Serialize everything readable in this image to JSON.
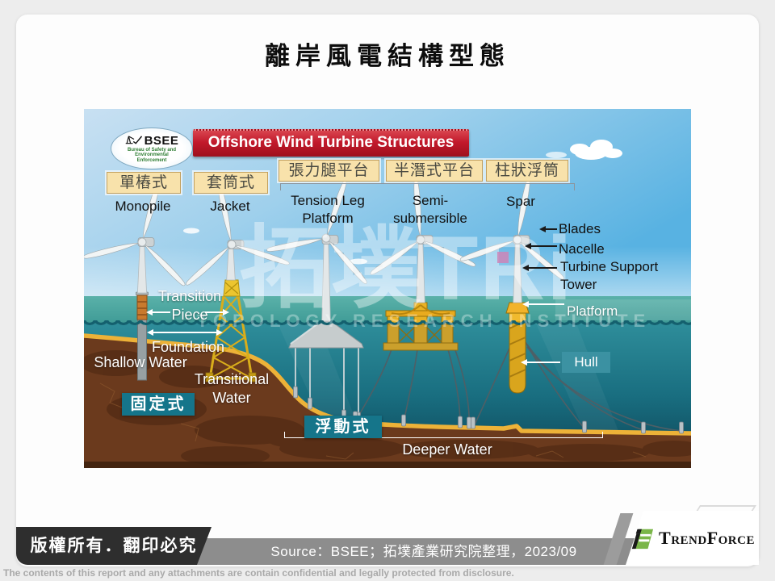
{
  "page": {
    "title": "離岸風電結構型態"
  },
  "diagram": {
    "bsee": {
      "acronym": "BSEE",
      "subtitle": "Bureau of Safety and\nEnvironmental\nEnforcement"
    },
    "banner": "Offshore Wind Turbine Structures",
    "types": [
      {
        "zh": "單樁式",
        "en": "Monopile"
      },
      {
        "zh": "套筒式",
        "en": "Jacket"
      },
      {
        "zh": "張力腿平台",
        "en": "Tension Leg\nPlatform"
      },
      {
        "zh": "半潛式平台",
        "en": "Semi-\nsubmersible"
      },
      {
        "zh": "柱狀浮筒",
        "en": "Spar"
      }
    ],
    "parts": {
      "blades": "Blades",
      "nacelle": "Nacelle",
      "turbine_support": "Turbine Support\nTower",
      "platform": "Platform",
      "hull": "Hull",
      "transition_piece": "Transition\nPiece",
      "foundation": "Foundation"
    },
    "zones": {
      "shallow": "Shallow Water",
      "transitional": "Transitional\nWater",
      "deeper": "Deeper Water"
    },
    "categories": {
      "fixed": "固定式",
      "floating": "浮動式"
    },
    "watermark": {
      "main": "拓墣TRi",
      "sub": "TOPOLOGY RESEARCH INSTITUTE"
    }
  },
  "footer": {
    "copyright": "版權所有．翻印必究",
    "source": "Source：BSEE；拓墣產業研究院整理，2023/09",
    "brand": "TrendForce",
    "disclaimer": "The contents of this report and any attachments are contain confidential and legally protected from disclosure."
  },
  "colors": {
    "banner_red": "#c2192b",
    "label_tan": "#f8e2ab",
    "teal_box": "#15758a",
    "sand": "#edb238",
    "seabed_brown": "#6b3a1d",
    "deep_water": "#0c4355",
    "sky_blue": "#8ec9e8",
    "watermark_pink": "#cd85b7",
    "brand_green": "#7ab648"
  }
}
